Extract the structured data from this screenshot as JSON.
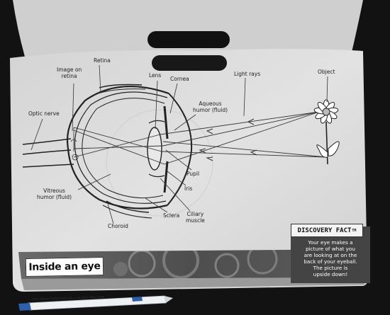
{
  "labels": {
    "retina": "Retina",
    "image_on_retina": "Image on\nretina",
    "lens": "Lens",
    "cornea": "Cornea",
    "light_rays": "Light rays",
    "object": "Object",
    "optic_nerve": "Optic nerve",
    "aqueous_humor": "Aqueous\nhumor (fluid)",
    "pupil": "Pupil",
    "iris": "Iris",
    "vitreous_humor": "Vitreous\nhumor (fluid)",
    "sclera": "Sclera",
    "ciliary_muscle": "Ciliary\nmuscle",
    "choroid": "Choroid"
  },
  "title": "Inside an eye",
  "discovery_fact": {
    "heading": "DISCOVERY FACT",
    "mark": "TM",
    "text": "Your eye makes a\npicture of what you\nare looking at on the\nback of your eyeball.\nThe picture is\nupside down!"
  },
  "pen_url": "http://www.halfpricebook.co.kr  031-399-1289",
  "colors": {
    "table": "#121212",
    "page": "#dcdcdc",
    "banner": "#5a5a5a",
    "pen_body": "#eef1f4",
    "pen_cap": "#2f5fa8"
  }
}
